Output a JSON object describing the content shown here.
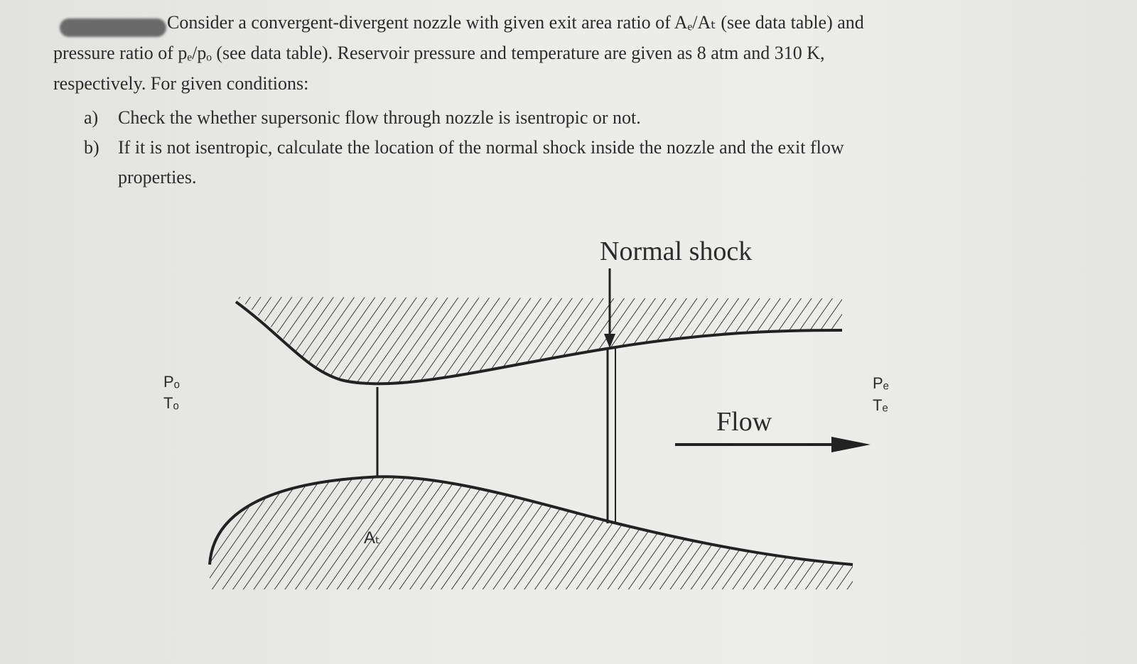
{
  "problem": {
    "intro_line1": "Consider a convergent-divergent nozzle with given exit area ratio of Aₑ/Aₜ (see data table) and",
    "intro_line2": "pressure ratio of pₑ/pₒ (see data table). Reservoir pressure and temperature are given as 8 atm and 310 K,",
    "intro_line3": "respectively. For given conditions:",
    "items": [
      {
        "marker": "a)",
        "text": "Check the whether supersonic flow through nozzle is isentropic or not."
      },
      {
        "marker": "b)",
        "text": "If it is not isentropic, calculate the location of the normal shock inside the nozzle and the exit flow",
        "continuation": "properties."
      }
    ]
  },
  "diagram": {
    "shock_label": "Normal shock",
    "flow_label": "Flow",
    "inlet_p": "Pₒ",
    "inlet_t": "Tₒ",
    "exit_p": "Pₑ",
    "exit_t": "Tₑ",
    "throat_label": "Aₜ"
  },
  "colors": {
    "ink": "#2b2b2b",
    "paper": "#e9e9e7"
  }
}
